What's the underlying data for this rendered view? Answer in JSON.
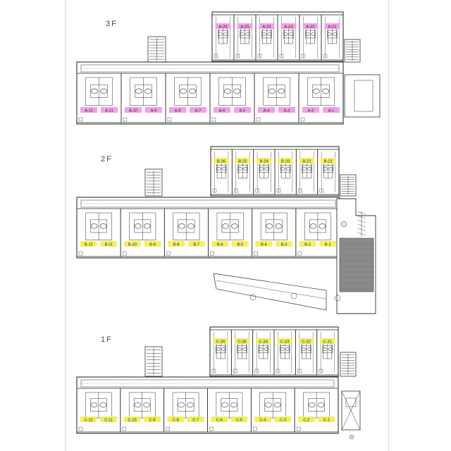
{
  "floors": [
    {
      "label": "3F",
      "highlight": "#f2a0e8",
      "top_units": [
        "A-26",
        "A-25",
        "A-24",
        "A-23",
        "A-22",
        "A-21"
      ],
      "bottom_units": [
        "A-12",
        "A-11",
        "A-10",
        "A-9",
        "A-8",
        "A-7",
        "A-6",
        "A-5",
        "A-4",
        "A-3",
        "A-2",
        "A-1"
      ]
    },
    {
      "label": "2F",
      "highlight": "#f4f060",
      "top_units": [
        "B-26",
        "B-25",
        "B-24",
        "B-23",
        "B-22",
        "B-21"
      ],
      "bottom_units": [
        "B-12",
        "B-11",
        "B-10",
        "B-9",
        "B-8",
        "B-7",
        "B-6",
        "B-5",
        "B-4",
        "B-3",
        "B-2",
        "B-1"
      ]
    },
    {
      "label": "1F",
      "highlight": "#eef060",
      "top_units": [
        "C-26",
        "C-25",
        "C-24",
        "C-23",
        "C-22",
        "C-21"
      ],
      "bottom_units": [
        "C-12",
        "C-11",
        "C-10",
        "C-9",
        "C-8",
        "C-7",
        "C-6",
        "C-5",
        "C-4",
        "C-3",
        "C-2",
        "C-1"
      ]
    }
  ],
  "colors": {
    "line": "#333333",
    "dark_area": "#8a8a8a"
  }
}
